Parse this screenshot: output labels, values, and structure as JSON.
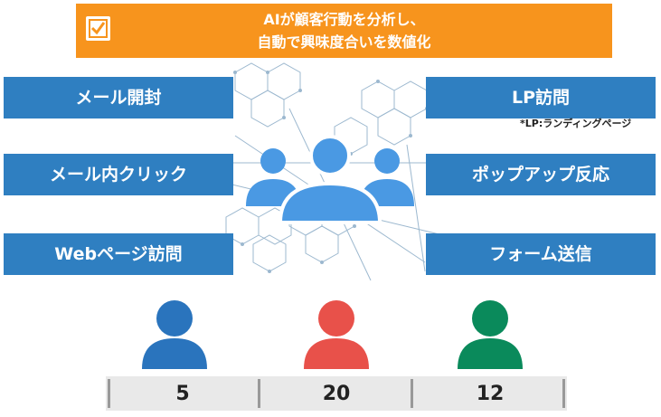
{
  "banner": {
    "line1": "AIが顧客行動を分析し、",
    "line2": "自動で興味度合いを数値化"
  },
  "actions": {
    "left": [
      "メール開封",
      "メール内クリック",
      "Webページ訪問"
    ],
    "right": [
      "LP訪問",
      "ポップアップ反応",
      "フォーム送信"
    ]
  },
  "note": "*LP:ランディングページ",
  "colors": {
    "banner": "#f7941d",
    "box": "#2f7fc1",
    "person_blue": "#2a74bd",
    "person_red": "#e8514a",
    "person_green": "#0a8a5b",
    "central_people": "#4a99e3"
  },
  "counts": [
    "5",
    "20",
    "12"
  ]
}
